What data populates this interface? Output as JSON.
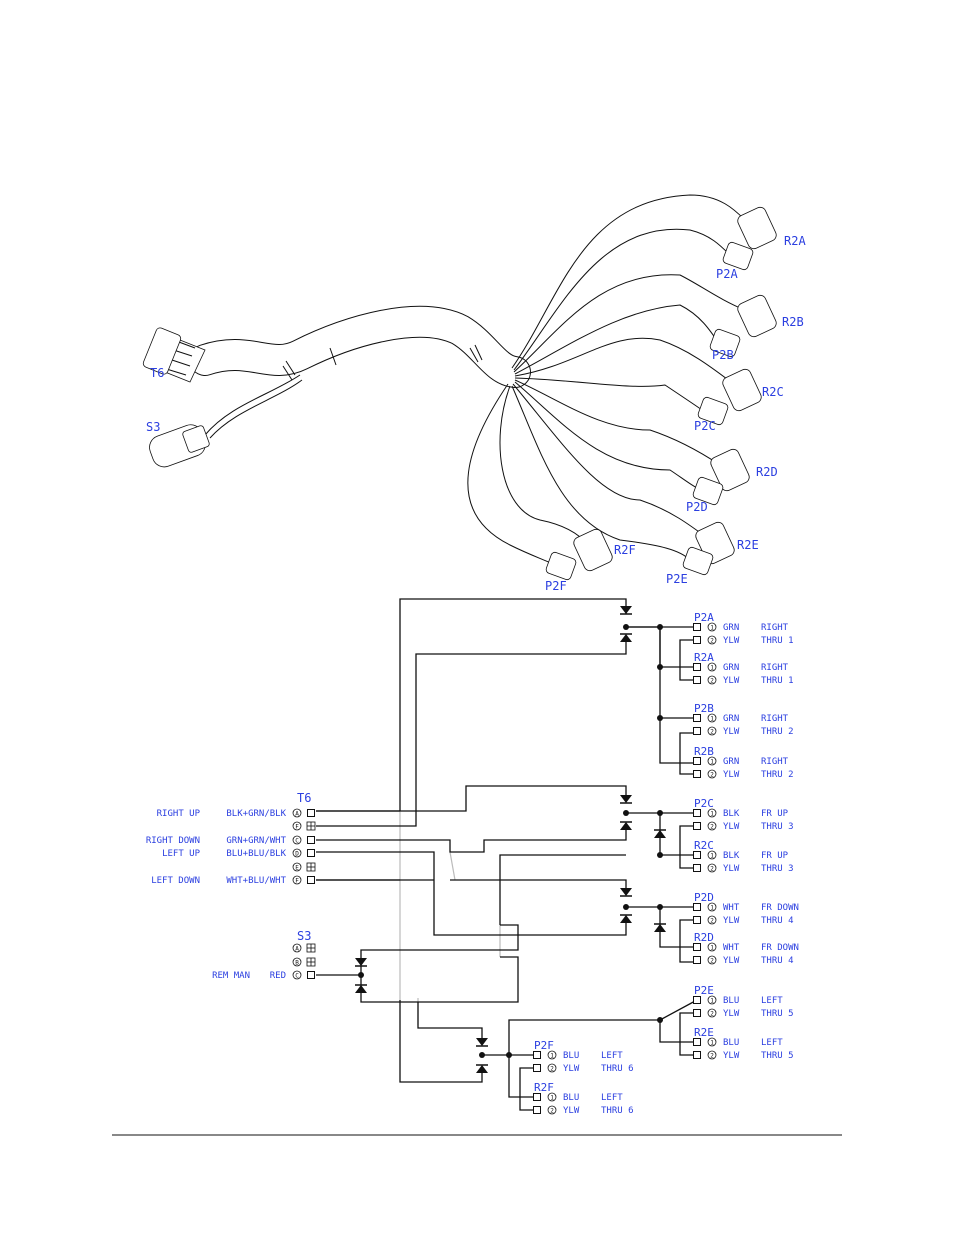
{
  "harness": {
    "labels": {
      "t6": "T6",
      "s3": "S3",
      "r2a": "R2A",
      "p2a": "P2A",
      "r2b": "R2B",
      "p2b": "P2B",
      "r2c": "R2C",
      "p2c": "P2C",
      "r2d": "R2D",
      "p2d": "P2D",
      "r2e": "R2E",
      "p2e": "P2E",
      "r2f": "R2F",
      "p2f": "P2F"
    }
  },
  "schematic": {
    "t6": {
      "title": "T6",
      "pins": [
        {
          "func": "RIGHT UP",
          "wire": "BLK+GRN/BLK",
          "pin": "A",
          "connected": true
        },
        {
          "func": "",
          "wire": "",
          "pin": "F",
          "connected": false
        },
        {
          "func": "RIGHT DOWN",
          "wire": "GRN+GRN/WHT",
          "pin": "C",
          "connected": true
        },
        {
          "func": "LEFT UP",
          "wire": "BLU+BLU/BLK",
          "pin": "D",
          "connected": true
        },
        {
          "func": "",
          "wire": "",
          "pin": "E",
          "connected": false
        },
        {
          "func": "LEFT DOWN",
          "wire": "WHT+BLU/WHT",
          "pin": "F",
          "connected": true
        }
      ]
    },
    "s3": {
      "title": "S3",
      "pins": [
        {
          "func": "",
          "wire": "",
          "pin": "A",
          "connected": false
        },
        {
          "func": "",
          "wire": "",
          "pin": "B",
          "connected": false
        },
        {
          "func": "REM MAN",
          "wire": "RED",
          "pin": "C",
          "connected": true
        }
      ]
    },
    "connectors": [
      {
        "name": "P2A",
        "rows": [
          {
            "pin": "1",
            "color": "GRN",
            "func": "RIGHT"
          },
          {
            "pin": "2",
            "color": "YLW",
            "func": "THRU 1"
          }
        ]
      },
      {
        "name": "R2A",
        "rows": [
          {
            "pin": "1",
            "color": "GRN",
            "func": "RIGHT"
          },
          {
            "pin": "2",
            "color": "YLW",
            "func": "THRU 1"
          }
        ]
      },
      {
        "name": "P2B",
        "rows": [
          {
            "pin": "1",
            "color": "GRN",
            "func": "RIGHT"
          },
          {
            "pin": "2",
            "color": "YLW",
            "func": "THRU 2"
          }
        ]
      },
      {
        "name": "R2B",
        "rows": [
          {
            "pin": "1",
            "color": "GRN",
            "func": "RIGHT"
          },
          {
            "pin": "2",
            "color": "YLW",
            "func": "THRU 2"
          }
        ]
      },
      {
        "name": "P2C",
        "rows": [
          {
            "pin": "1",
            "color": "BLK",
            "func": "FR UP"
          },
          {
            "pin": "2",
            "color": "YLW",
            "func": "THRU 3"
          }
        ]
      },
      {
        "name": "R2C",
        "rows": [
          {
            "pin": "1",
            "color": "BLK",
            "func": "FR UP"
          },
          {
            "pin": "2",
            "color": "YLW",
            "func": "THRU 3"
          }
        ]
      },
      {
        "name": "P2D",
        "rows": [
          {
            "pin": "1",
            "color": "WHT",
            "func": "FR DOWN"
          },
          {
            "pin": "2",
            "color": "YLW",
            "func": "THRU 4"
          }
        ]
      },
      {
        "name": "R2D",
        "rows": [
          {
            "pin": "1",
            "color": "WHT",
            "func": "FR DOWN"
          },
          {
            "pin": "2",
            "color": "YLW",
            "func": "THRU 4"
          }
        ]
      },
      {
        "name": "P2E",
        "rows": [
          {
            "pin": "1",
            "color": "BLU",
            "func": "LEFT"
          },
          {
            "pin": "2",
            "color": "YLW",
            "func": "THRU 5"
          }
        ]
      },
      {
        "name": "R2E",
        "rows": [
          {
            "pin": "1",
            "color": "BLU",
            "func": "LEFT"
          },
          {
            "pin": "2",
            "color": "YLW",
            "func": "THRU 5"
          }
        ]
      },
      {
        "name": "P2F",
        "rows": [
          {
            "pin": "1",
            "color": "BLU",
            "func": "LEFT"
          },
          {
            "pin": "2",
            "color": "YLW",
            "func": "THRU 6"
          }
        ]
      },
      {
        "name": "R2F",
        "rows": [
          {
            "pin": "1",
            "color": "BLU",
            "func": "LEFT"
          },
          {
            "pin": "2",
            "color": "YLW",
            "func": "THRU 6"
          }
        ]
      }
    ]
  },
  "colors": {
    "label_blue": "#2b3fe0",
    "line": "#111111"
  }
}
